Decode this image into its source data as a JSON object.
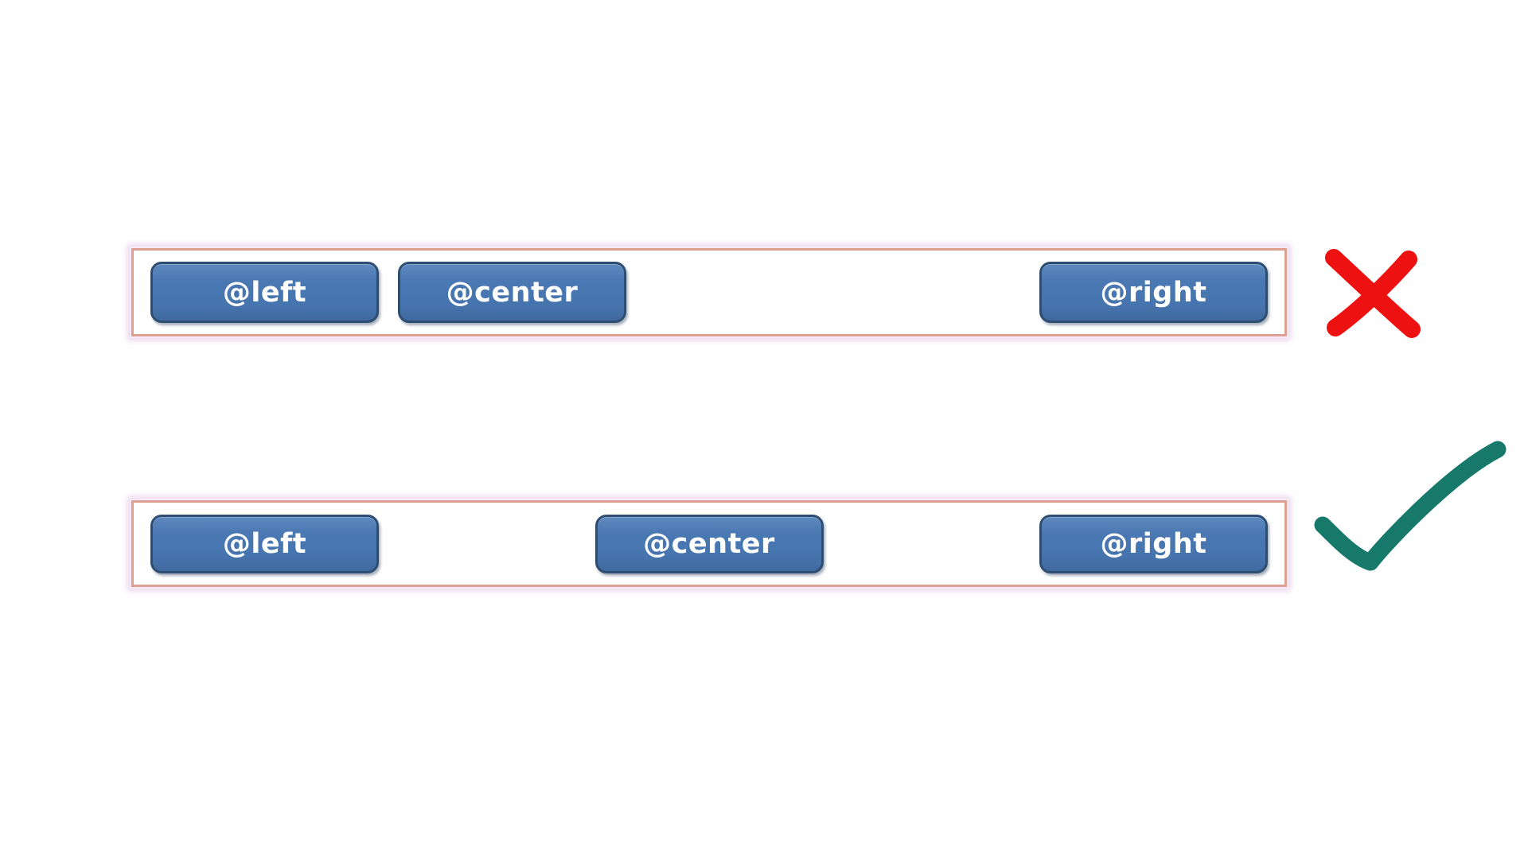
{
  "figure": {
    "description": "Toolbar button alignment comparison",
    "examples": {
      "incorrect": {
        "name": "incorrect-layout",
        "marker": "red-x",
        "buttons": [
          "@left",
          "@center",
          "@right"
        ]
      },
      "correct": {
        "name": "correct-layout",
        "marker": "green-check",
        "buttons": [
          "@left",
          "@center",
          "@right"
        ]
      }
    },
    "colors": {
      "button_fill": "#4a78b2",
      "button_border": "#2d4d71",
      "button_text": "#ffffff",
      "bar_border": "#dc9f90",
      "bar_glow": "#d8b2de",
      "x_mark_red": "#ee1111",
      "check_mark_green": "#17796a",
      "background": "#ffffff"
    }
  }
}
